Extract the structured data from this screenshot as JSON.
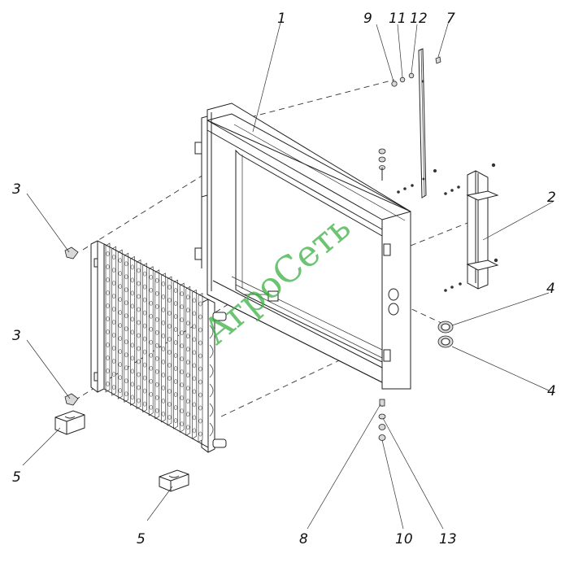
{
  "diagram": {
    "labels": [
      "1",
      "2",
      "3",
      "3",
      "4",
      "4",
      "5",
      "5",
      "7",
      "8",
      "9",
      "10",
      "11",
      "12",
      "13"
    ]
  },
  "watermark": {
    "text": "АгроСеть",
    "color": "#3cb043"
  }
}
